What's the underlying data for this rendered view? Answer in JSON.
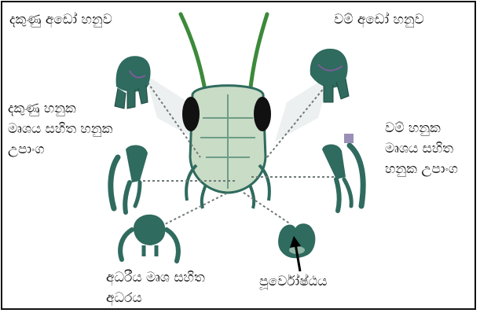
{
  "labels": {
    "right_mandible": "දකුණු අඩෝ හනුව",
    "left_mandible": "වම් අඩෝ හනුව",
    "right_maxilla": "දකුණු හනුක\nමෘශය සහිත හනුක\nඋපාංග",
    "left_maxilla": "වම් හනුක\nමෘශය සහිත\nහනුක උපාංග",
    "labium": "අධරීය මෘශ සහිත\nඅධරය",
    "labrum": "පූර්වෝෂ්ඨය"
  },
  "colors": {
    "part_fill": "#2f6b5e",
    "head_fill": "#c9dcc6",
    "antenna": "#3c8a3a",
    "eye": "#111111",
    "leader": "#6f7a78",
    "projection": "#cfd6d8"
  }
}
